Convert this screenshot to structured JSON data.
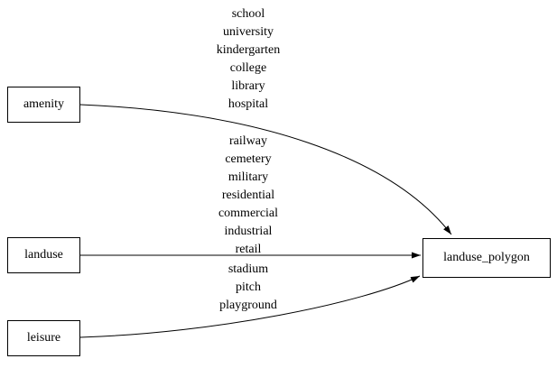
{
  "diagram": {
    "nodes": [
      {
        "id": "amenity",
        "label": "amenity"
      },
      {
        "id": "landuse",
        "label": "landuse"
      },
      {
        "id": "leisure",
        "label": "leisure"
      },
      {
        "id": "landuse_polygon",
        "label": "landuse_polygon"
      }
    ],
    "edges": [
      {
        "from": "amenity",
        "to": "landuse_polygon",
        "labels": [
          "school",
          "university",
          "kindergarten",
          "college",
          "library",
          "hospital"
        ]
      },
      {
        "from": "landuse",
        "to": "landuse_polygon",
        "labels": [
          "railway",
          "cemetery",
          "military",
          "residential",
          "commercial",
          "industrial",
          "retail"
        ]
      },
      {
        "from": "leisure",
        "to": "landuse_polygon",
        "labels": [
          "stadium",
          "pitch",
          "playground"
        ]
      }
    ],
    "colors": {
      "stroke": "#000000",
      "background": "#ffffff"
    }
  }
}
